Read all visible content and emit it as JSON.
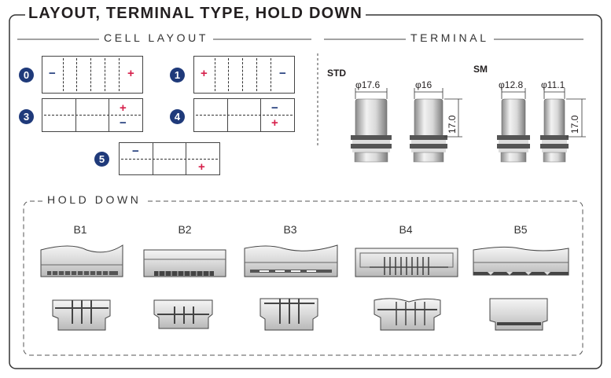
{
  "title": "LAYOUT, TERMINAL TYPE, HOLD  DOWN",
  "sections": {
    "cell_layout": "CELL LAYOUT",
    "terminal": "TERMINAL",
    "hold_down": "HOLD DOWN"
  },
  "layouts": [
    {
      "badge": "0",
      "minus": "−",
      "plus": "+"
    },
    {
      "badge": "1",
      "minus": "−",
      "plus": "+"
    },
    {
      "badge": "3",
      "minus": "−",
      "plus": "+"
    },
    {
      "badge": "4",
      "minus": "−",
      "plus": "+"
    },
    {
      "badge": "5",
      "minus": "−",
      "plus": "+"
    }
  ],
  "terminals": {
    "std": {
      "label": "STD",
      "dims": [
        "φ17.6",
        "φ16"
      ],
      "height": "17.0"
    },
    "sm": {
      "label": "SM",
      "dims": [
        "φ12.8",
        "φ11.1"
      ],
      "height": "17.0"
    }
  },
  "hold_downs": [
    "B1",
    "B2",
    "B3",
    "B4",
    "B5"
  ],
  "colors": {
    "badge": "#1f3a7a",
    "minus": "#1f3a7a",
    "plus": "#d61f4a"
  }
}
